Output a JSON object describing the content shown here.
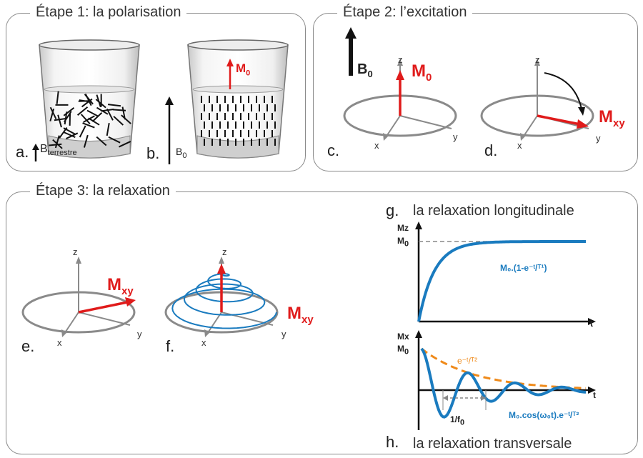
{
  "panels": {
    "step1": {
      "title": "Étape 1: la polarisation"
    },
    "step2": {
      "title": "Étape 2: l’excitation"
    },
    "step3": {
      "title": "Étape 3: la relaxation"
    }
  },
  "step1": {
    "a_letter": "a.",
    "a_field": "B",
    "a_field_sub": "terrestre",
    "b_letter": "b.",
    "b_field": "B",
    "b_field_sub": "0",
    "m0": "M",
    "m0_sub": "0"
  },
  "step2": {
    "b0": "B",
    "b0_sub": "0",
    "c_letter": "c.",
    "d_letter": "d.",
    "m0": "M",
    "m0_sub": "0",
    "mxy": "M",
    "mxy_sub": "xy",
    "axis_z": "z",
    "axis_x": "x",
    "axis_y": "y"
  },
  "step3": {
    "e_letter": "e.",
    "f_letter": "f.",
    "mxy": "M",
    "mxy_sub": "xy",
    "axis_z": "z",
    "axis_x": "x",
    "axis_y": "y"
  },
  "graph_g": {
    "letter": "g.",
    "title": "la relaxation longitudinale",
    "ylabel": "Mz",
    "m0": "M",
    "m0_sub": "0",
    "xlabel": "t",
    "formula": "M₀.(1-e⁻ᵗ/ᵀ¹)"
  },
  "graph_h": {
    "letter": "h.",
    "title": "la relaxation transversale",
    "ylabel": "Mx",
    "m0": "M",
    "m0_sub": "0",
    "xlabel": "t",
    "envelope": "e⁻ᵗ/ᵀ²",
    "period": "1/f",
    "period_sub": "0",
    "formula": "M₀.cos(ω₀t).e⁻ᵗ/ᵀ²"
  },
  "colors": {
    "red": "#e01b1b",
    "blue": "#1a7bbf",
    "orange": "#ef8a1a",
    "gray": "#8a8a8a"
  }
}
